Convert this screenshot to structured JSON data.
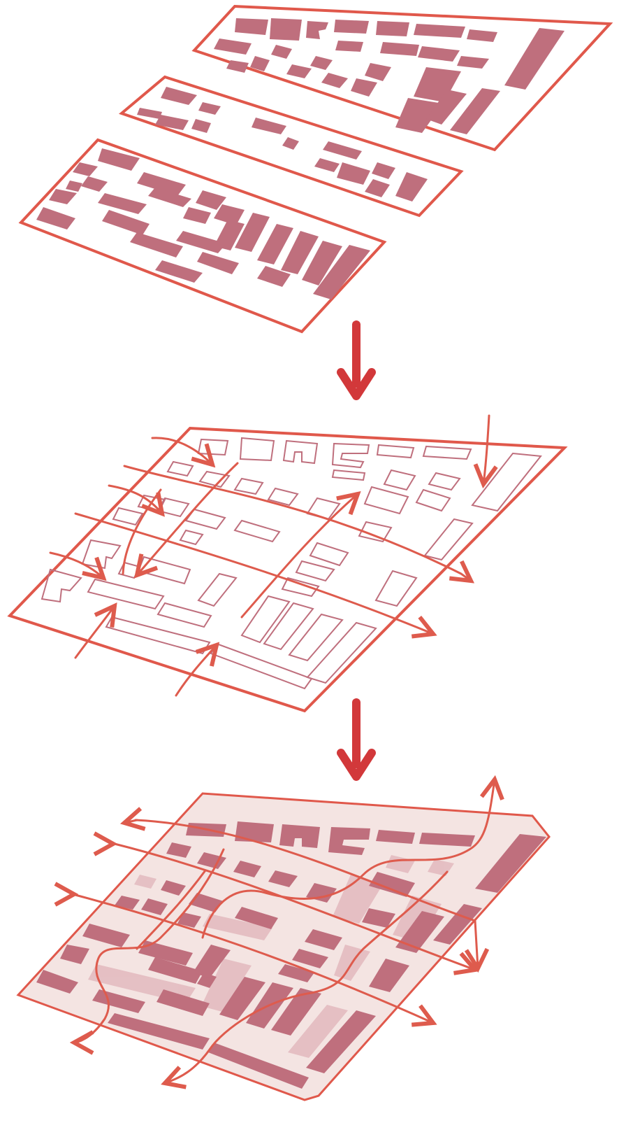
{
  "diagram": {
    "title": "",
    "colors": {
      "outline": "#e0584b",
      "block": "#bf6f7d",
      "block_pale": "#d9a2ab",
      "route": "#de5b4d",
      "arrow": "#d2383a",
      "plate_fill": "#f4e4e2"
    },
    "stages": [
      {
        "name": "stage-1-layered-plates",
        "count": 3
      },
      {
        "name": "stage-2-outline-with-flows"
      },
      {
        "name": "stage-3-combined-plan"
      }
    ],
    "connectors": [
      {
        "name": "down-arrow-1",
        "icon": "arrow-down-icon"
      },
      {
        "name": "down-arrow-2",
        "icon": "arrow-down-icon"
      }
    ]
  }
}
